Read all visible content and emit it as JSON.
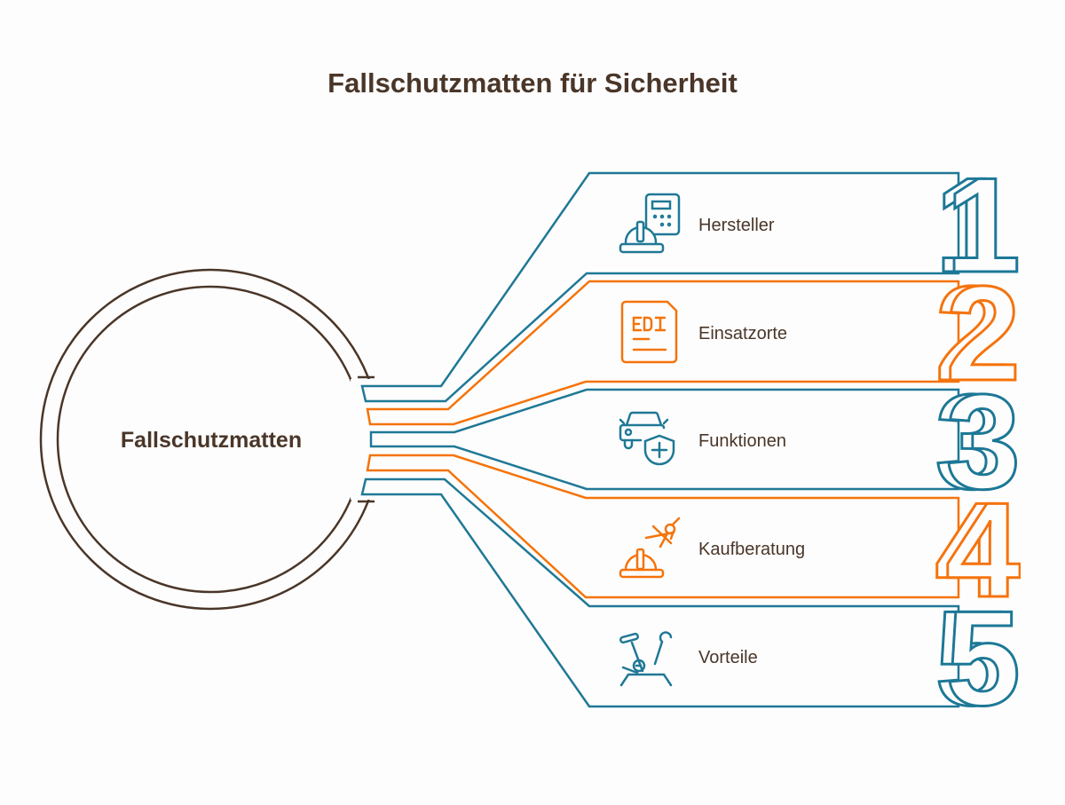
{
  "title": "Fallschutzmatten für Sicherheit",
  "center": "Fallschutzmatten",
  "colors": {
    "blue": "#1f7896",
    "orange": "#f5730a",
    "brown": "#4a3628"
  },
  "items": [
    {
      "number": "1",
      "label": "Hersteller",
      "icon": "helmet-calculator-icon",
      "color": "blue"
    },
    {
      "number": "2",
      "label": "Einsatzorte",
      "icon": "edi-document-icon",
      "color": "orange"
    },
    {
      "number": "3",
      "label": "Funktionen",
      "icon": "car-shield-icon",
      "color": "blue"
    },
    {
      "number": "4",
      "label": "Kaufberatung",
      "icon": "helmet-compass-icon",
      "color": "orange"
    },
    {
      "number": "5",
      "label": "Vorteile",
      "icon": "exercise-bike-icon",
      "color": "blue"
    }
  ]
}
